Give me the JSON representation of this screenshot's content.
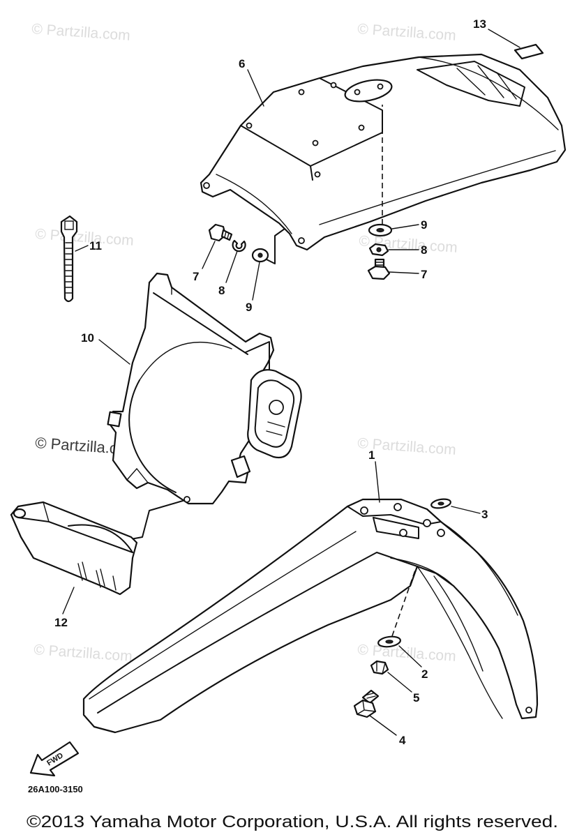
{
  "callouts": [
    "13",
    "6",
    "11",
    "7",
    "8",
    "9",
    "9",
    "8",
    "7",
    "10",
    "1",
    "3",
    "12",
    "2",
    "5",
    "4"
  ],
  "fwd_label": "FWD",
  "drawing_number": "26A100-3150",
  "copyright": "©2013 Yamaha Motor Corporation, U.S.A. All rights reserved.",
  "watermarks": [
    "© Partzilla.com",
    "© Partzilla.com",
    "© Partzilla.com",
    "© Partzilla.com",
    "© Partzilla.com",
    "© Partzilla.com",
    "© Partzilla.com",
    "© Partzilla.com"
  ]
}
